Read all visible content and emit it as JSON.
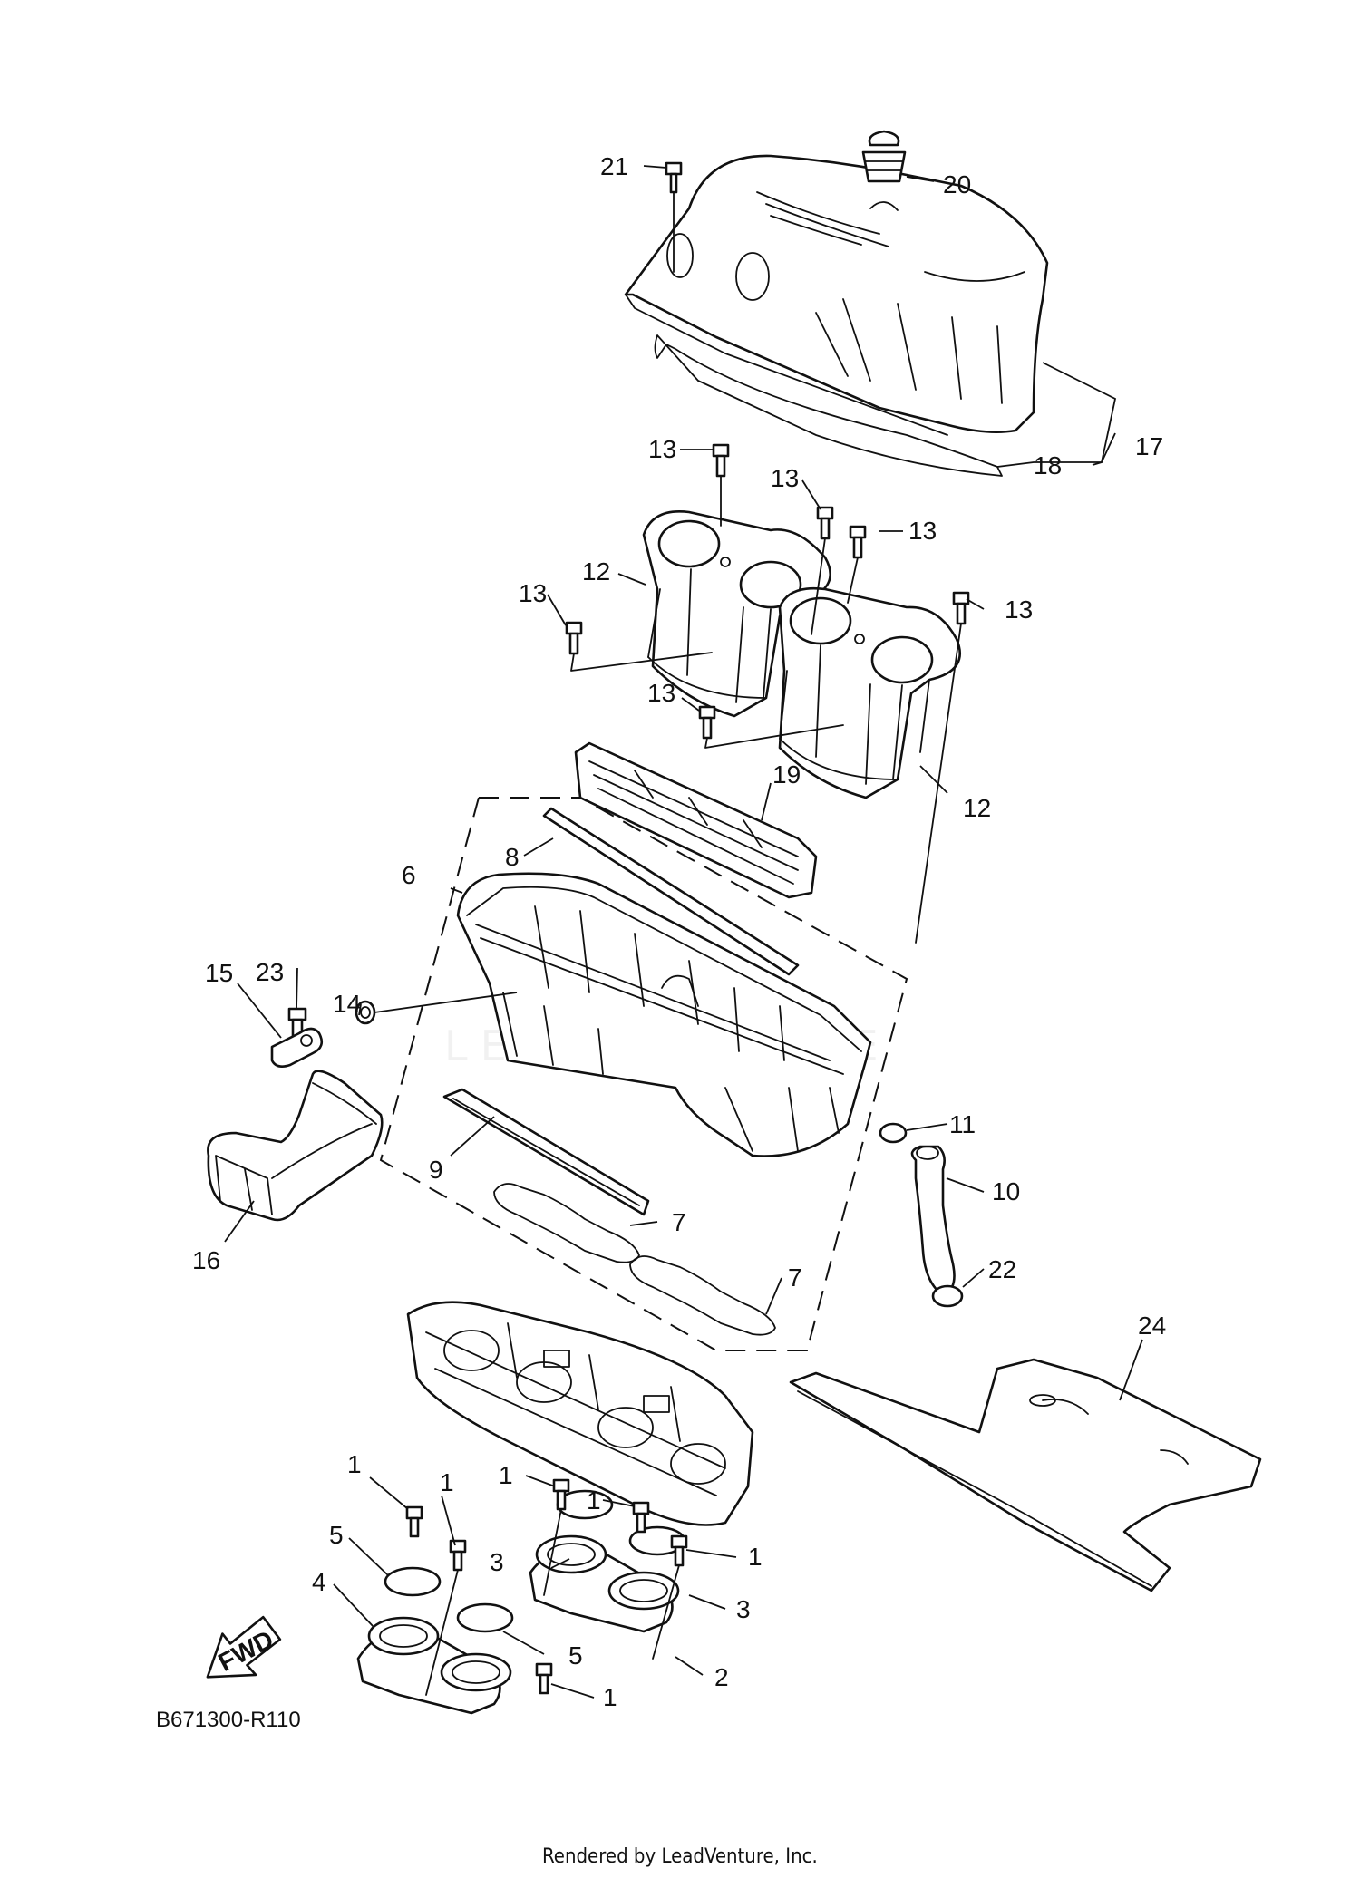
{
  "diagram": {
    "code": "B671300-R110",
    "footer": "Rendered by LeadVenture, Inc.",
    "watermark": "LEADVENTURE",
    "fwd_label": "FWD",
    "callouts": {
      "c21": "21",
      "c20": "20",
      "c17": "17",
      "c18": "18",
      "c13a": "13",
      "c13b": "13",
      "c13c": "13",
      "c13d": "13",
      "c13e": "13",
      "c13f": "13",
      "c12a": "12",
      "c12b": "12",
      "c19": "19",
      "c8": "8",
      "c6": "6",
      "c23": "23",
      "c14": "14",
      "c15": "15",
      "c16": "16",
      "c9": "9",
      "c7a": "7",
      "c7b": "7",
      "c11": "11",
      "c10": "10",
      "c22": "22",
      "c24": "24",
      "c1a": "1",
      "c1b": "1",
      "c1c": "1",
      "c1d": "1",
      "c1e": "1",
      "c1f": "1",
      "c5a": "5",
      "c5b": "5",
      "c4": "4",
      "c3a": "3",
      "c3b": "3",
      "c2": "2"
    }
  }
}
